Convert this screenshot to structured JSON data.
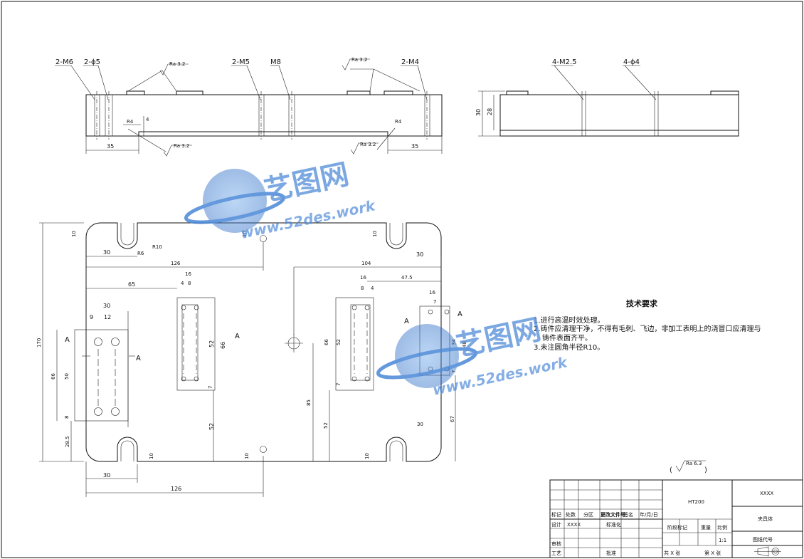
{
  "section_labels": {
    "m6": "2-M6",
    "phi5": "2-ϕ5",
    "m5": "2-M5",
    "m8": "M8",
    "m4": "2-M4",
    "m25": "4-M2.5",
    "phi4": "4-ϕ4"
  },
  "roughness": {
    "r1": "Ra 3.2",
    "r2": "Ra 3.2",
    "r3": "Ra 3.2",
    "r4": "Ra 3.2",
    "general": "Ra 6.3"
  },
  "section_dims": {
    "left_35": "35",
    "right_35": "35",
    "h4": "4",
    "r4a": "R4",
    "r4b": "R4",
    "side_30": "30",
    "side_28": "28"
  },
  "plan_dims": {
    "d10a": "10",
    "d10b": "10",
    "d10c": "10",
    "d30a": "30",
    "d30b": "30",
    "r10": "R10",
    "r6": "R6",
    "d126a": "126",
    "d104": "104",
    "d65": "65",
    "d16a": "16",
    "d4a": "4",
    "d8a": "8",
    "d16b": "16",
    "d8b": "8",
    "d4b": "4",
    "d475": "47.5",
    "d16c": "16",
    "d7a": "7",
    "d30c": "30",
    "d9": "9",
    "d12": "12",
    "d170": "170",
    "d66a": "66",
    "d50": "50",
    "d8c": "8",
    "d285": "28.5",
    "d52a": "52",
    "d66b": "66",
    "d7b": "7",
    "d52b": "52",
    "d66c": "66",
    "d52c": "52",
    "d7c": "7",
    "d85": "85",
    "d52d": "52",
    "d34": "34",
    "d48": "48",
    "d7d": "7",
    "d67": "67",
    "d30d": "30",
    "d10d": "10",
    "d10e": "10",
    "d10f": "10",
    "d30e": "30",
    "d126b": "126"
  },
  "section_marks": {
    "a1": "A",
    "a2": "A",
    "a3": "A",
    "a4": "A",
    "a5": "A"
  },
  "tech_requirements": {
    "heading": "技术要求",
    "items": [
      "1.进行高温时效处理。",
      "2.铸件应清理干净，不得有毛刺、飞边，非加工表明上的浇冒口应清理与",
      "铸件表面齐平。",
      "3.未注圆角半径R10。"
    ]
  },
  "title_block": {
    "material": "HT200",
    "code": "XXXX",
    "part_name": "夹具体",
    "drawing_code_label": "图纸代号",
    "row_labels": [
      "标记",
      "处数",
      "分区",
      "更改文件号",
      "签名",
      "年/月/日"
    ],
    "design_label": "设计",
    "designer": "XXXX",
    "standard_label": "标准化",
    "review_label": "审核",
    "process_label": "工艺",
    "approve_label": "批准",
    "stage_label": "阶段标记",
    "weight_label": "重量",
    "scale_label": "比例",
    "scale": "1:1",
    "sheets_total": "共 X 张",
    "sheet_no": "第 X 张"
  },
  "watermark": {
    "brand": "艺图网",
    "url": "www.52des.work"
  }
}
